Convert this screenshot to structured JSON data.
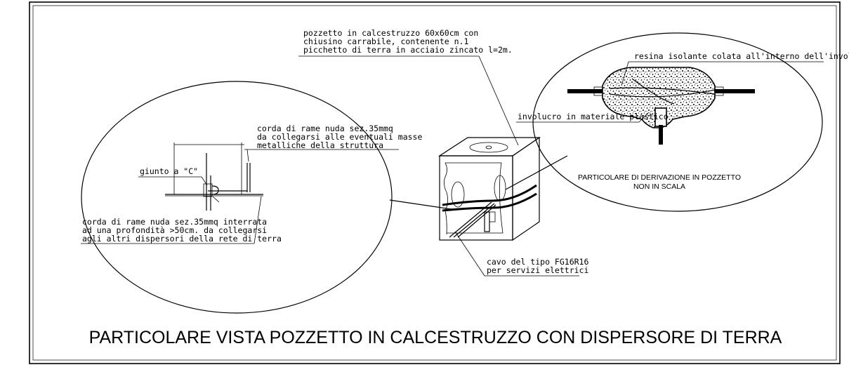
{
  "labels": {
    "pozzetto": [
      "pozzetto in calcestruzzo 60x60cm con",
      "chiusino carrabile, contenente n.1",
      "picchetto di terra in acciaio zincato l=2m."
    ],
    "corda_masse": [
      "corda di rame nuda sez.35mmq",
      "da collegarsi alle eventuali masse",
      "metalliche della struttura"
    ],
    "giunto": "giunto a \"C\"",
    "corda_interrata": [
      "corda di rame nuda sez.35mmq interrata",
      "ad una profondità >50cm. da collegarsi",
      "agli altri dispersori della rete di terra"
    ],
    "resina": "resina isolante colata all'interno dell'involucro",
    "involucro": "involucro in materiale plastico",
    "particolare_derivazione": [
      "PARTICOLARE DI DERIVAZIONE IN POZZETTO",
      "NON IN SCALA"
    ],
    "cavo": [
      "cavo del tipo FG16R16",
      "per servizi elettrici"
    ]
  },
  "title": "PARTICOLARE VISTA POZZETTO IN CALCESTRUZZO CON DISPERSORE DI TERRA"
}
